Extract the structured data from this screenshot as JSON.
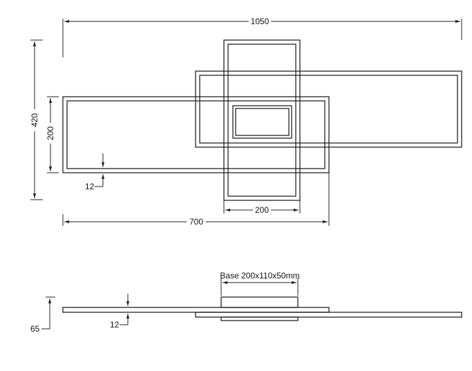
{
  "top_view": {
    "overall_width": "1050",
    "overall_height": "420",
    "frame_height": "200",
    "profile_width": "12",
    "frame_length": "700",
    "vertical_frame_width": "200"
  },
  "side_view": {
    "base_label": "Base 200x110x50mm",
    "total_height": "65",
    "profile_thickness": "12"
  }
}
